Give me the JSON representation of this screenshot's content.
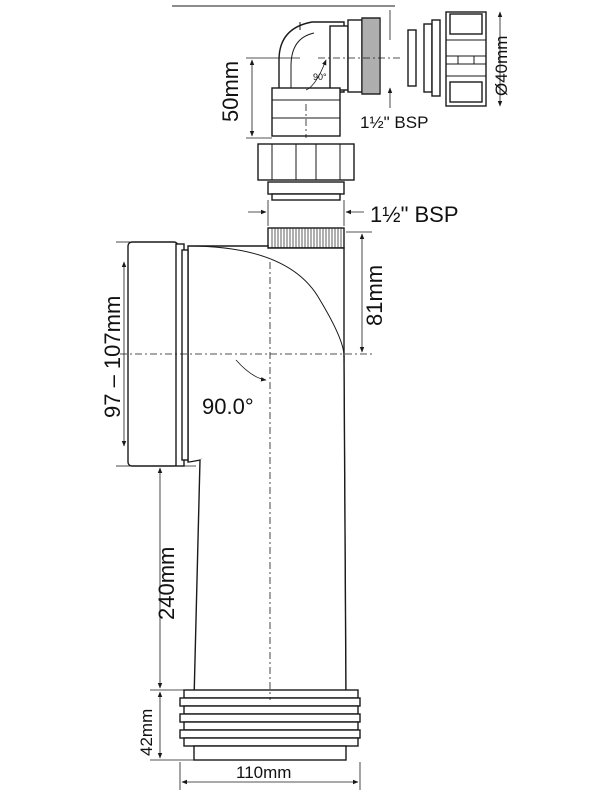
{
  "dimensions": {
    "bend_height": "50mm",
    "outlet_diameter": "Ø40mm",
    "bend_angle": "90°",
    "thread_upper": "1½\" BSP",
    "thread_lower": "1½\" BSP",
    "pipe_offset": "81mm",
    "inlet_height_range": "97 – 107mm",
    "main_angle": "90.0°",
    "pipe_length": "240mm",
    "collar_height": "42mm",
    "pipe_diameter": "110mm"
  }
}
